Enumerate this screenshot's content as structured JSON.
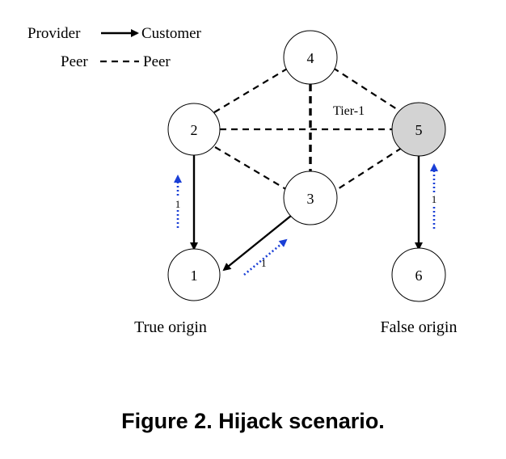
{
  "legend": {
    "provider": "Provider",
    "customer": "Customer",
    "peer_left": "Peer",
    "peer_right": "Peer"
  },
  "nodes": {
    "n1": "1",
    "n2": "2",
    "n3": "3",
    "n4": "4",
    "n5": "5",
    "n6": "6"
  },
  "tier_label": "Tier-1",
  "annotations": {
    "a_2_1": "1",
    "a_3_1": "1",
    "a_5_6": "1"
  },
  "origins": {
    "true_origin": "True origin",
    "false_origin": "False origin"
  },
  "caption": "Figure 2. Hijack scenario.",
  "colors": {
    "shaded_node": "#d3d3d3",
    "announcement_arrow": "#1a3fd6"
  }
}
